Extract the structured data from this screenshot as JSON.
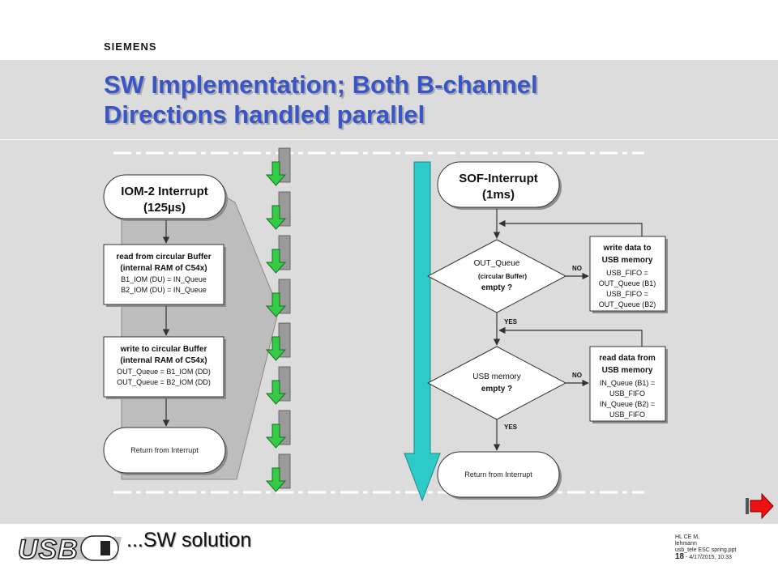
{
  "header": {
    "brand": "SIEMENS",
    "title_line1": "SW Implementation; Both B-channel",
    "title_line2": "Directions handled parallel"
  },
  "left_flow": {
    "start_line1": "IOM-2 Interrupt",
    "start_line2": "(125µs)",
    "box1": [
      "read from circular Buffer",
      "(internal RAM of C54x)",
      "B1_IOM (DU) = IN_Queue",
      "B2_IOM (DU) = IN_Queue"
    ],
    "box2": [
      "write to circular Buffer",
      "(internal RAM of C54x)",
      "OUT_Queue = B1_IOM (DD)",
      "OUT_Queue = B2_IOM (DD)"
    ],
    "end": "Return from Interrupt"
  },
  "right_flow": {
    "start_line1": "SOF-Interrupt",
    "start_line2": "(1ms)",
    "decision1": [
      "OUT_Queue",
      "(circular Buffer)",
      "empty ?"
    ],
    "decision2": [
      "USB memory",
      "empty ?"
    ],
    "no_label": "NO",
    "yes_label": "YES",
    "write_box": [
      "write data to",
      "USB memory",
      "USB_FIFO  =",
      "OUT_Queue (B1)",
      "USB_FIFO  =",
      "OUT_Queue (B2)"
    ],
    "read_box": [
      "read data from",
      "USB memory",
      "IN_Queue (B1) =",
      "USB_FIFO",
      "IN_Queue (B2) =",
      "USB_FIFO"
    ],
    "end": "Return from Interrupt"
  },
  "footer": {
    "logo_text": "USB",
    "subtitle": "...SW solution",
    "meta_line1": "HL CE M,",
    "meta_line2": "lehmann",
    "meta_line3": "usb_tele  ESC spring.ppt",
    "page": "18",
    "date": " - 4/17/2015,   10:33"
  },
  "colors": {
    "title": "#3a56c6",
    "band": "#dcdcdc",
    "teal": "#2ecac9",
    "green": "#33cc44",
    "red": "#ee1111"
  },
  "icons": {
    "next": "next-arrow-icon"
  }
}
